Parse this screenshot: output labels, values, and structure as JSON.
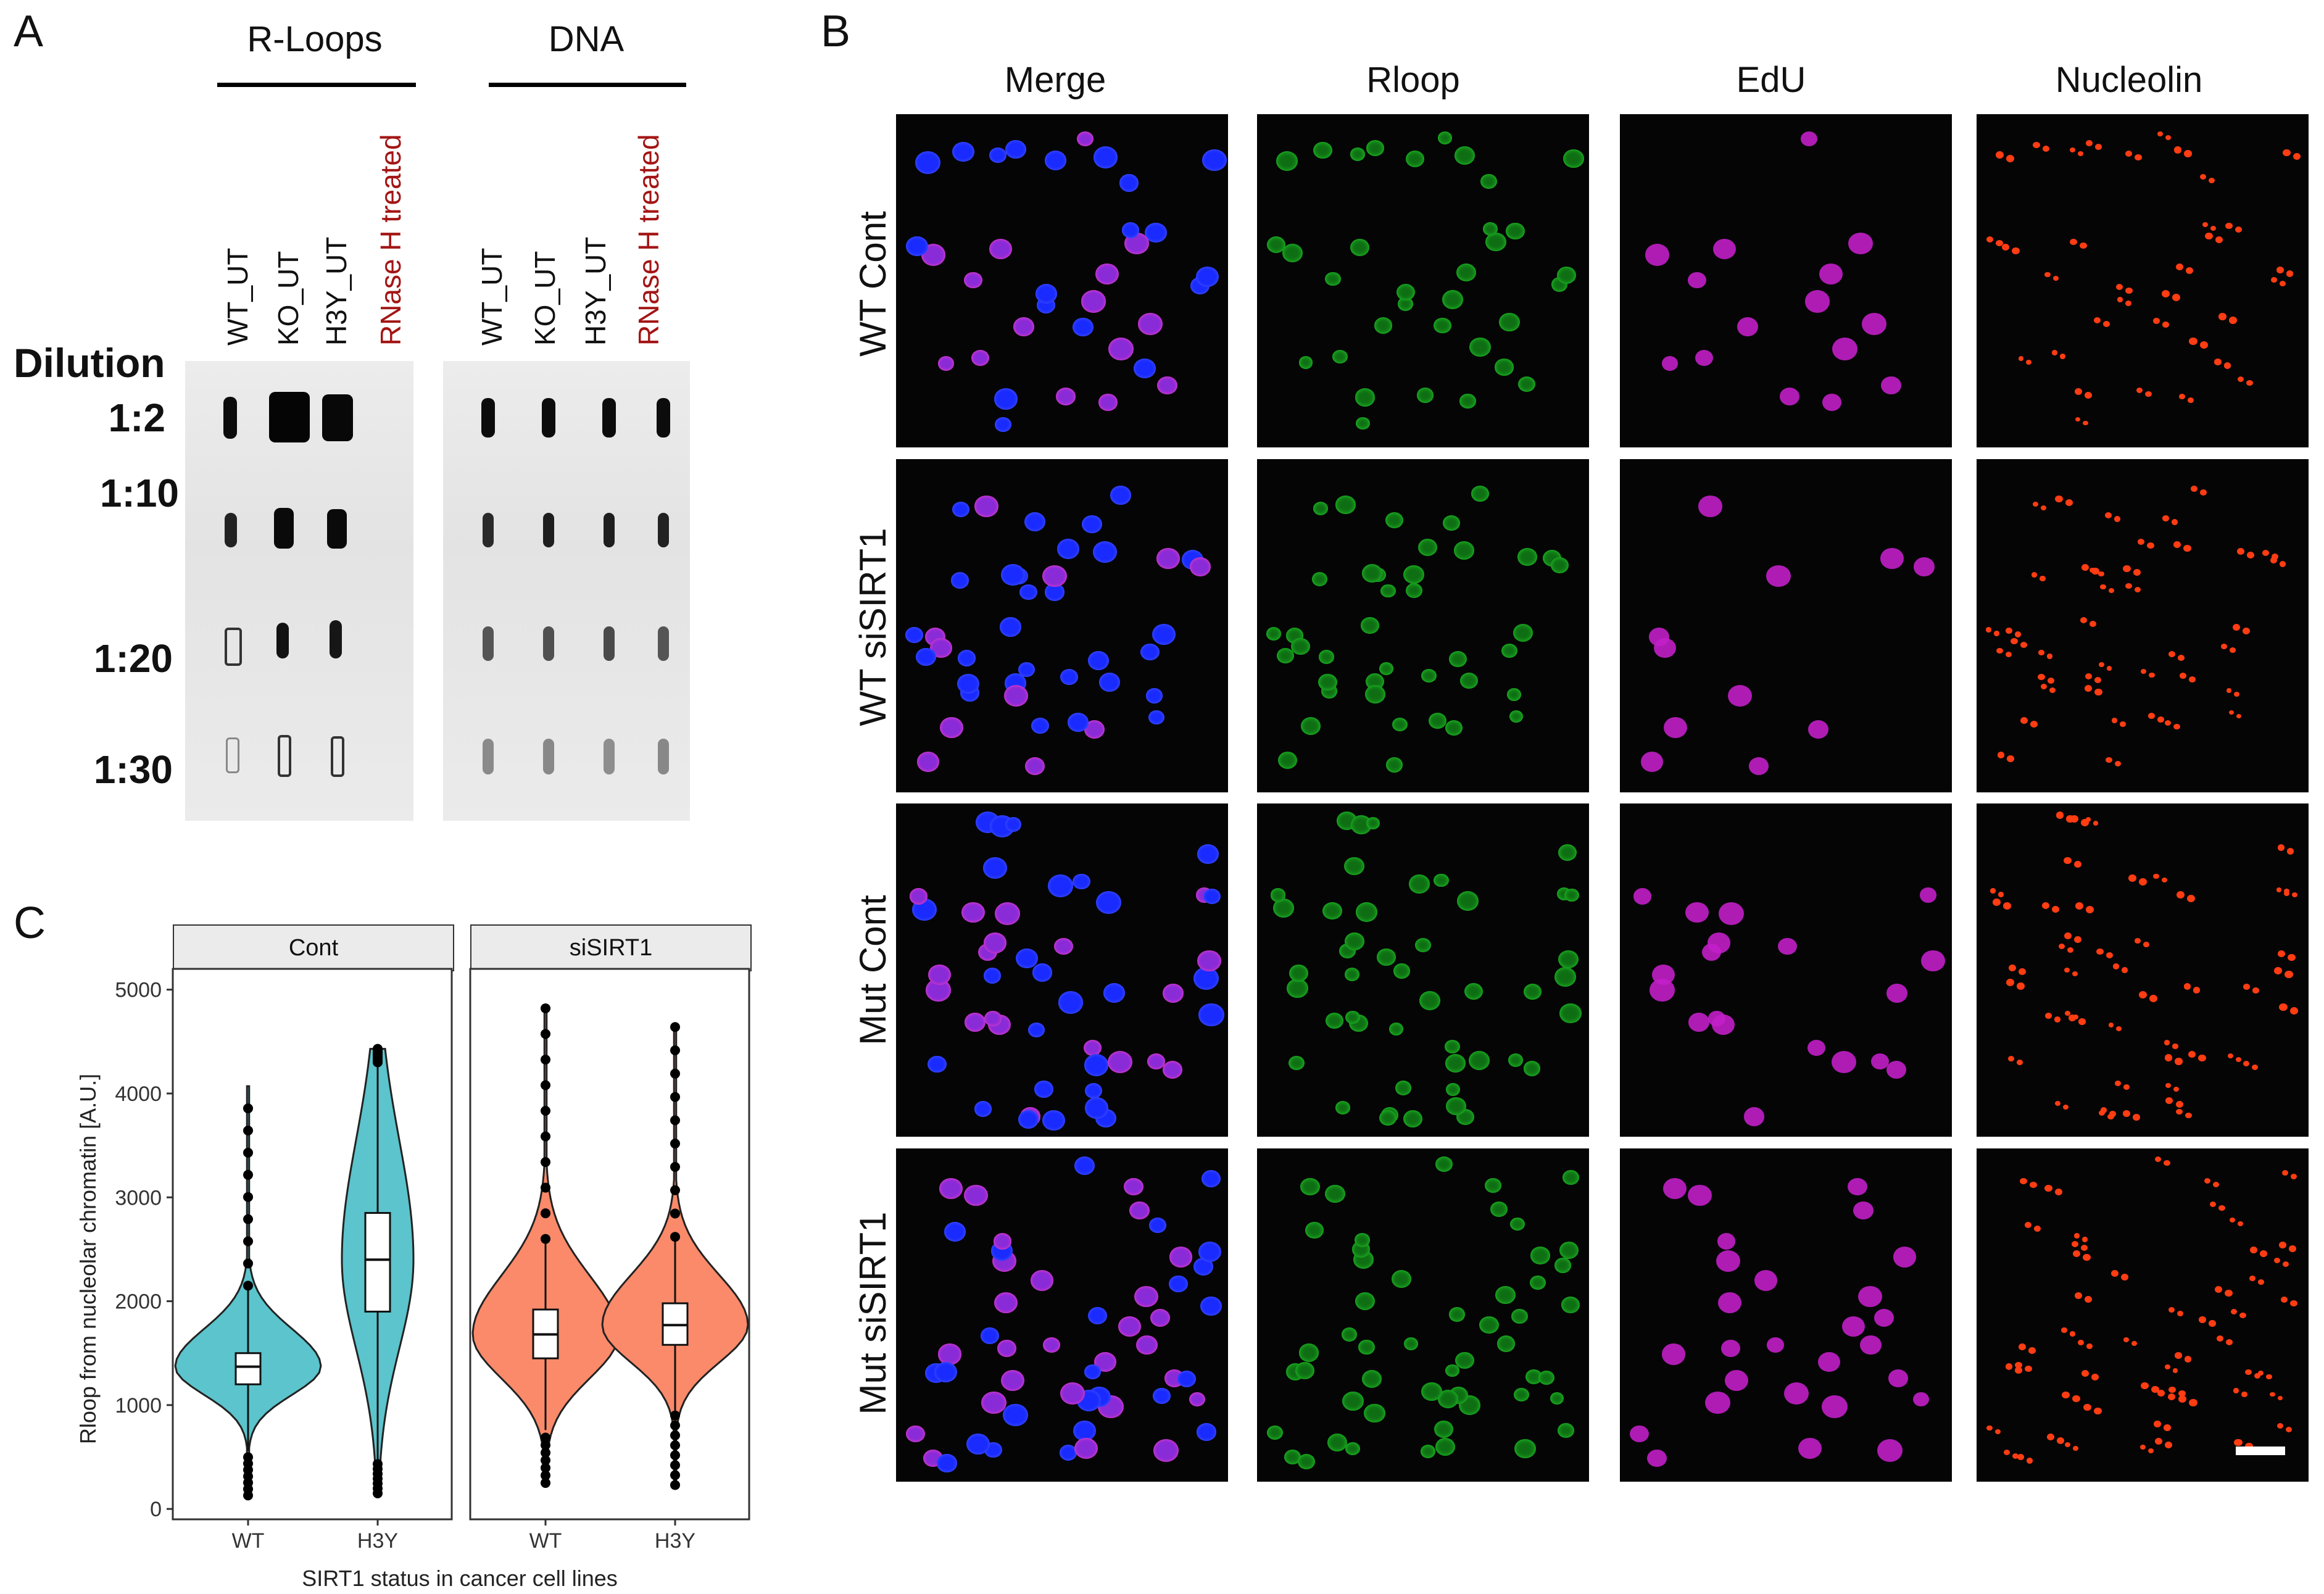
{
  "panels": {
    "a": "A",
    "b": "B",
    "c": "C"
  },
  "panel_a": {
    "blot_left_title": "R-Loops",
    "blot_right_title": "DNA",
    "dilution_header": "Dilution",
    "lanes": [
      "WT_UT",
      "KO_UT",
      "H3Y_UT",
      "RNase H treated"
    ],
    "dilutions": [
      "1:2",
      "1:10",
      "1:20",
      "1:30"
    ],
    "accent_red": "#a31515"
  },
  "panel_b": {
    "columns": [
      "Merge",
      "Rloop",
      "EdU",
      "Nucleolin"
    ],
    "rows": [
      "WT Cont",
      "WT siSIRT1",
      "Mut Cont",
      "Mut siSIRT1"
    ],
    "colors": {
      "dapi": "#1a2bff",
      "rloop": "#22d42a",
      "edu": "#c21fc8",
      "nucleolin": "#ff3c12"
    }
  },
  "chart_data": {
    "type": "violin",
    "facets": [
      "Cont",
      "siSIRT1"
    ],
    "categories": [
      "WT",
      "H3Y"
    ],
    "xlabel": "SIRT1 status in cancer cell lines",
    "ylabel": "Rloop from nucleolar chromatin [A.U.]",
    "ylim": [
      -100,
      5200
    ],
    "yticks": [
      0,
      1000,
      2000,
      3000,
      4000,
      5000
    ],
    "grid": false,
    "series": [
      {
        "facet": "Cont",
        "category": "WT",
        "fill": "#5bc4cc",
        "min": 130,
        "q1": 1200,
        "median": 1370,
        "q3": 1500,
        "max": 4070,
        "whisker_high": 2150,
        "whisker_low": 560
      },
      {
        "facet": "Cont",
        "category": "H3Y",
        "fill": "#5bc4cc",
        "min": 150,
        "q1": 1900,
        "median": 2400,
        "q3": 2850,
        "max": 4430,
        "whisker_high": 4300,
        "whisker_low": 480
      },
      {
        "facet": "siSIRT1",
        "category": "WT",
        "fill": "#fa8a6a",
        "min": 250,
        "q1": 1450,
        "median": 1680,
        "q3": 1920,
        "max": 4820,
        "whisker_high": 2600,
        "whisker_low": 760
      },
      {
        "facet": "siSIRT1",
        "category": "H3Y",
        "fill": "#fa8a6a",
        "min": 230,
        "q1": 1580,
        "median": 1770,
        "q3": 1980,
        "max": 4640,
        "whisker_high": 2620,
        "whisker_low": 900
      }
    ]
  }
}
